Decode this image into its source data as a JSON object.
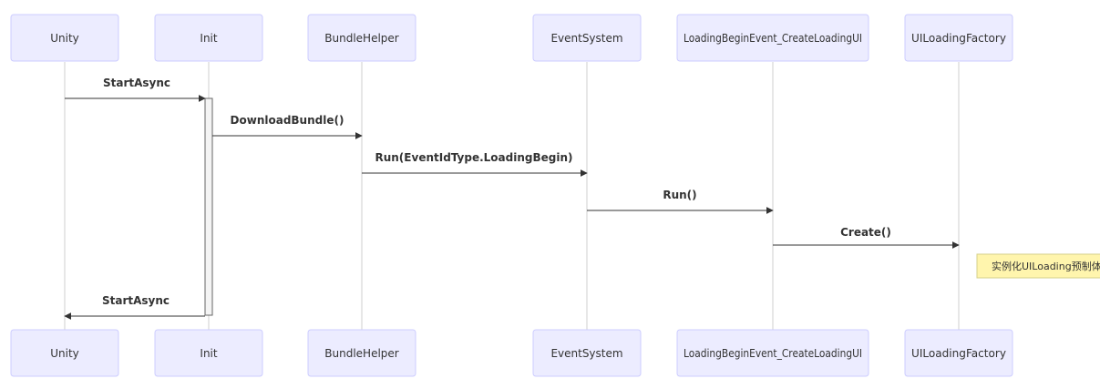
{
  "participants": [
    {
      "id": "unity",
      "label": "Unity"
    },
    {
      "id": "init",
      "label": "Init"
    },
    {
      "id": "bundlehelper",
      "label": "BundleHelper"
    },
    {
      "id": "eventsystem",
      "label": "EventSystem"
    },
    {
      "id": "loadingbegin",
      "label": "LoadingBeginEvent_CreateLoadingUI"
    },
    {
      "id": "uiloadingfactory",
      "label": "UILoadingFactory"
    }
  ],
  "messages": [
    {
      "from": "unity",
      "to": "init",
      "label": "StartAsync"
    },
    {
      "from": "init",
      "to": "bundlehelper",
      "label": "DownloadBundle()"
    },
    {
      "from": "bundlehelper",
      "to": "eventsystem",
      "label": "Run(EventIdType.LoadingBegin)"
    },
    {
      "from": "eventsystem",
      "to": "loadingbegin",
      "label": "Run()"
    },
    {
      "from": "loadingbegin",
      "to": "uiloadingfactory",
      "label": "Create()"
    },
    {
      "from": "init",
      "to": "unity",
      "label": "StartAsync"
    }
  ],
  "note": {
    "participant": "uiloadingfactory",
    "text": "实例化UILoading预制体,"
  },
  "colors": {
    "actor_fill": "#ececff",
    "actor_border": "#ccccff",
    "note_fill": "#fff5ad",
    "line": "#333333"
  }
}
